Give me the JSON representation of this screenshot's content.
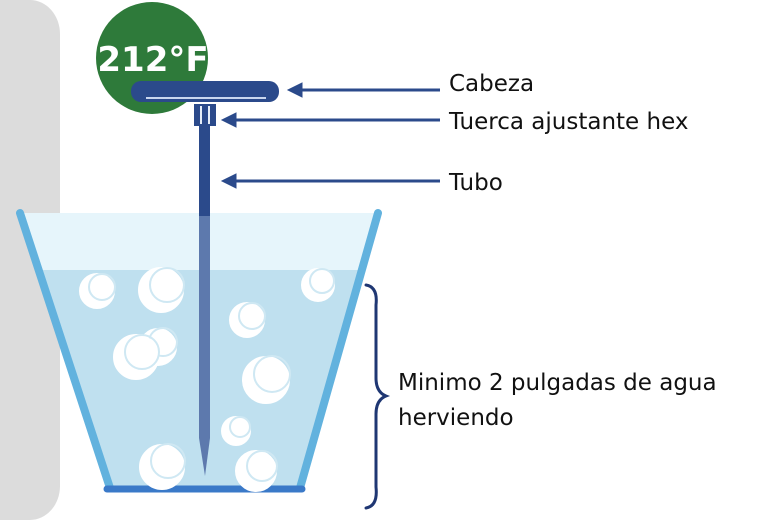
{
  "thermometer": {
    "reading": "212°F"
  },
  "labels": {
    "head": "Cabeza",
    "nut": "Tuerca ajustante hex",
    "tube": "Tubo",
    "water_line1": "Minimo 2 pulgadas de agua",
    "water_line2": "herviendo"
  },
  "colors": {
    "panel": "#dcdcdc",
    "badge": "#2e7a3a",
    "thermometer": "#2b4a8b",
    "water": "#bfe0ef",
    "pot_rim": "#62b2de",
    "pot_bottom": "#3a79c8",
    "bubble": "#ffffff",
    "arrow": "#2b4a8b",
    "brace": "#1f3773"
  },
  "icons": {
    "bubble": "bubble-icon",
    "arrow": "arrow-left-icon"
  }
}
